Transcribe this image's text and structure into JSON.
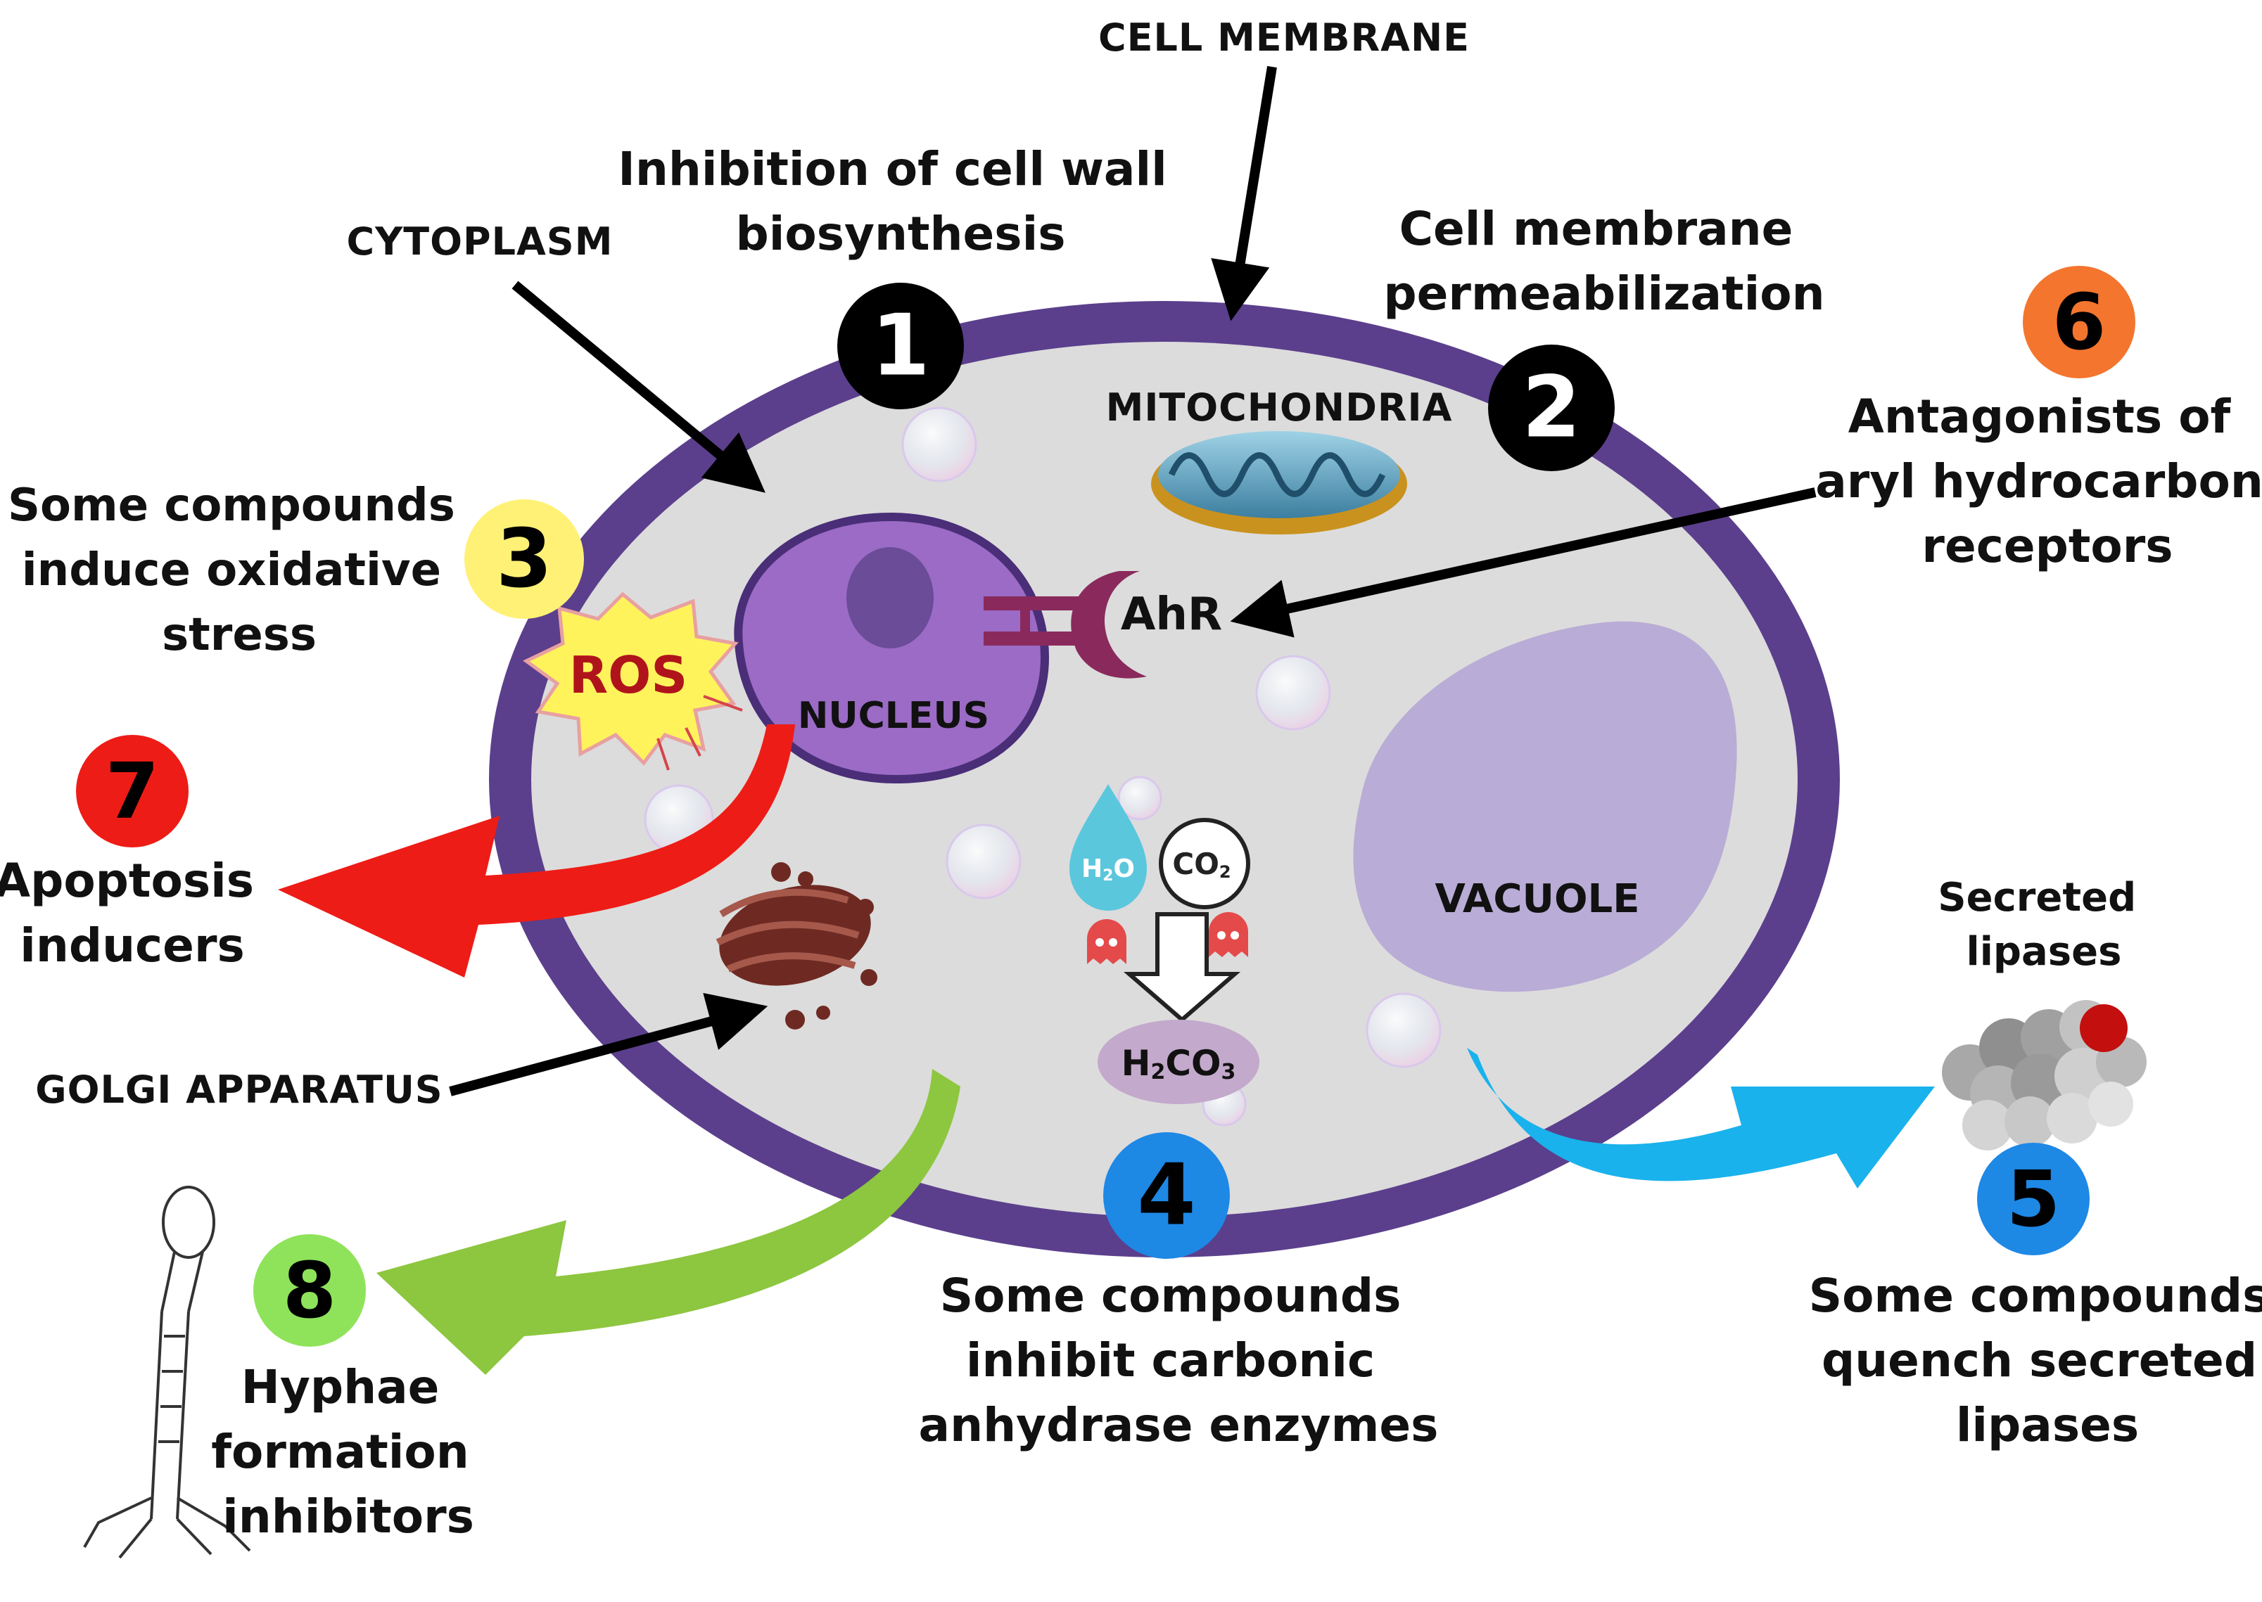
{
  "labels": {
    "cell_membrane": "CELL MEMBRANE",
    "cytoplasm": "CYTOPLASM",
    "mitochondria": "MITOCHONDRIA",
    "nucleus": "NUCLEUS",
    "ahr": "AhR",
    "vacuole": "VACUOLE",
    "golgi": "GOLGI APPARATUS",
    "ros": "ROS",
    "h2o": {
      "main": "H",
      "sub": "2",
      "tail": "O"
    },
    "co2": {
      "main": "CO",
      "sub": "2"
    },
    "h2co3": {
      "a": "H",
      "sub1": "2",
      "b": "CO",
      "sub2": "3"
    }
  },
  "mechanisms": [
    {
      "number": "1",
      "color": "#000000",
      "text_color": "#ffffff",
      "lines": [
        "Inhibition of cell wall",
        "biosynthesis"
      ]
    },
    {
      "number": "2",
      "color": "#000000",
      "text_color": "#ffffff",
      "lines": [
        "Cell membrane",
        "permeabilization"
      ]
    },
    {
      "number": "3",
      "color": "#fff176",
      "text_color": "#000000",
      "lines": [
        "Some compounds",
        "induce oxidative",
        "stress"
      ]
    },
    {
      "number": "4",
      "color": "#1e88e5",
      "text_color": "#000000",
      "lines": [
        "Some compounds",
        "inhibit carbonic",
        "anhydrase enzymes"
      ]
    },
    {
      "number": "5",
      "color": "#1e88e5",
      "text_color": "#000000",
      "lines": [
        "Some compounds",
        "quench secreted",
        "lipases"
      ]
    },
    {
      "number": "6",
      "color": "#f4752e",
      "text_color": "#000000",
      "lines": [
        "Antagonists of",
        "aryl hydrocarbon",
        "receptors"
      ]
    },
    {
      "number": "7",
      "color": "#ee1c16",
      "text_color": "#000000",
      "lines": [
        "Apoptosis",
        "inducers"
      ]
    },
    {
      "number": "8",
      "color": "#8fe35a",
      "text_color": "#000000",
      "lines": [
        "Hyphae",
        "formation",
        "inhibitors"
      ]
    }
  ],
  "secreted_lipases": [
    "Secreted",
    "lipases"
  ],
  "colors": {
    "membrane": "#5b3f8c",
    "cytoplasm": "#dcdcdc",
    "nucleus": "#9b6bc6",
    "nucleolus": "#6a4c98",
    "vacuole": "#b9acd6",
    "apoptosis_arrow": "#ee1c16",
    "hyphae_arrow": "#8dc63f",
    "lipase_arrow": "#1ab2ec",
    "golgi": "#6e2a22",
    "receptor": "#8a2a5c"
  }
}
